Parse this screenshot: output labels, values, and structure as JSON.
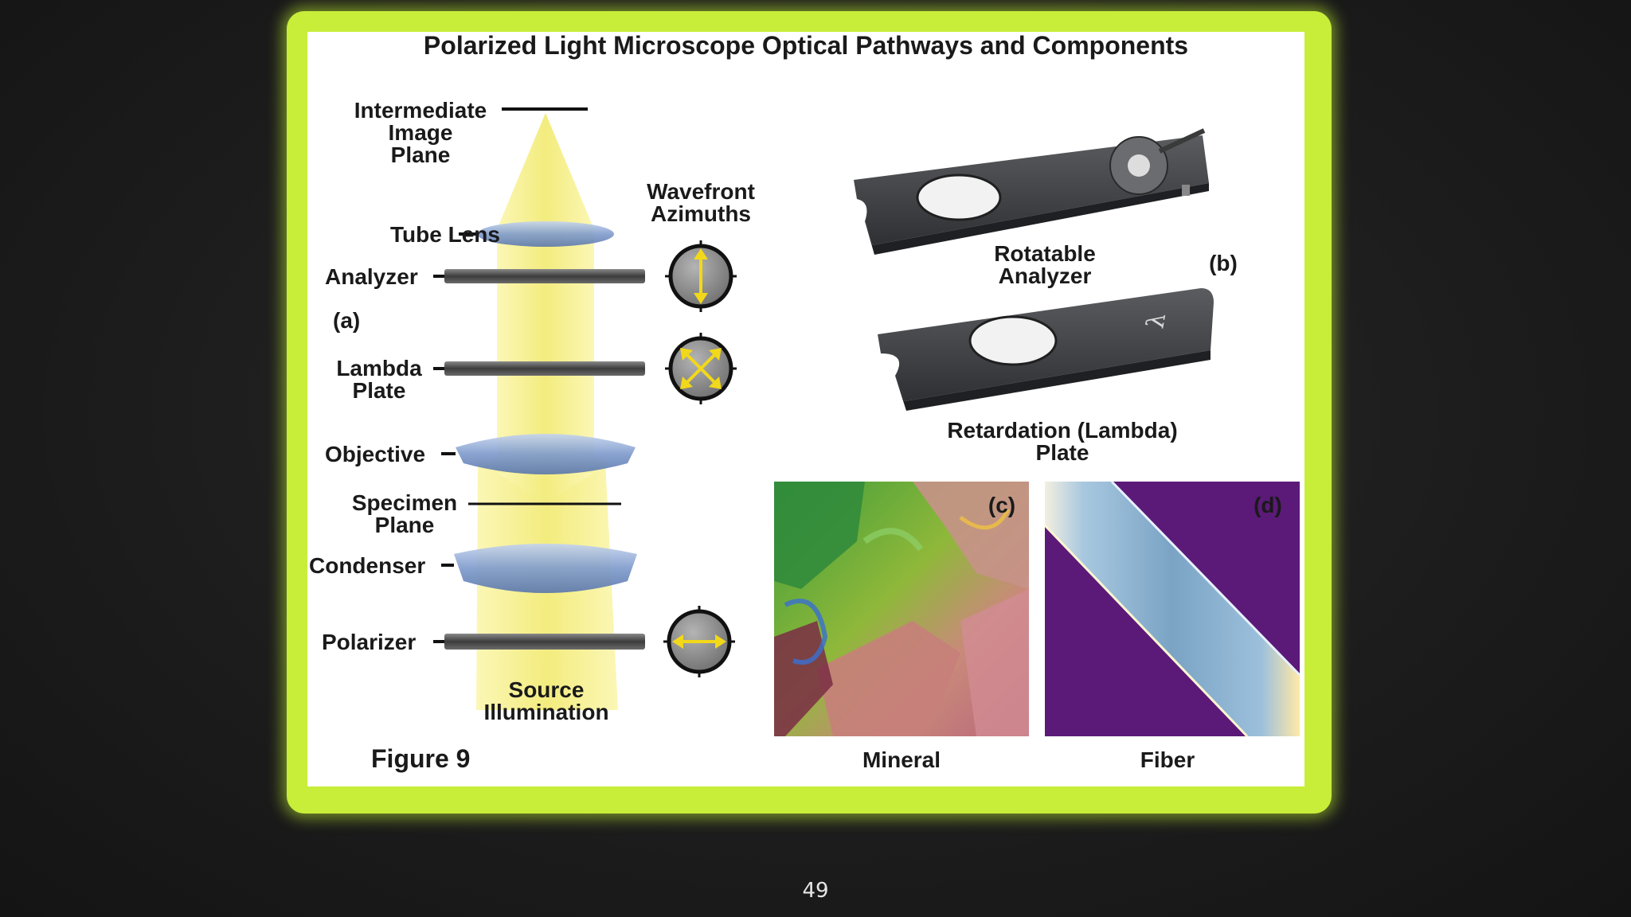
{
  "figure": {
    "title": "Polarized Light Microscope Optical Pathways and Components",
    "caption": "Figure 9",
    "panel_a": {
      "label": "(a)",
      "intermediate_image_plane": [
        "Intermediate",
        "Image",
        "Plane"
      ],
      "tube_lens": "Tube Lens",
      "analyzer": "Analyzer",
      "lambda_plate": [
        "Lambda",
        "Plate"
      ],
      "objective": "Objective",
      "specimen_plane": [
        "Specimen",
        "Plane"
      ],
      "condenser": "Condenser",
      "polarizer": "Polarizer",
      "source_illumination": [
        "Source",
        "Illumination"
      ],
      "wavefront_azimuths": [
        "Wavefront",
        "Azimuths"
      ]
    },
    "panel_b": {
      "label": "(b)",
      "rotatable_analyzer": [
        "Rotatable",
        "Analyzer"
      ],
      "retardation_plate": [
        "Retardation (Lambda)",
        "Plate"
      ],
      "plate_marking": "λ"
    },
    "panel_c": {
      "label": "(c)",
      "caption": "Mineral"
    },
    "panel_d": {
      "label": "(d)",
      "caption": "Fiber"
    }
  },
  "slide": {
    "page_number": "49"
  },
  "colors": {
    "frame": "#c8ee3a",
    "beam": "#f7f39a",
    "lens": "#8fa9d6",
    "arrow": "#f2d81a",
    "fiber_background": "#5b1a78"
  }
}
